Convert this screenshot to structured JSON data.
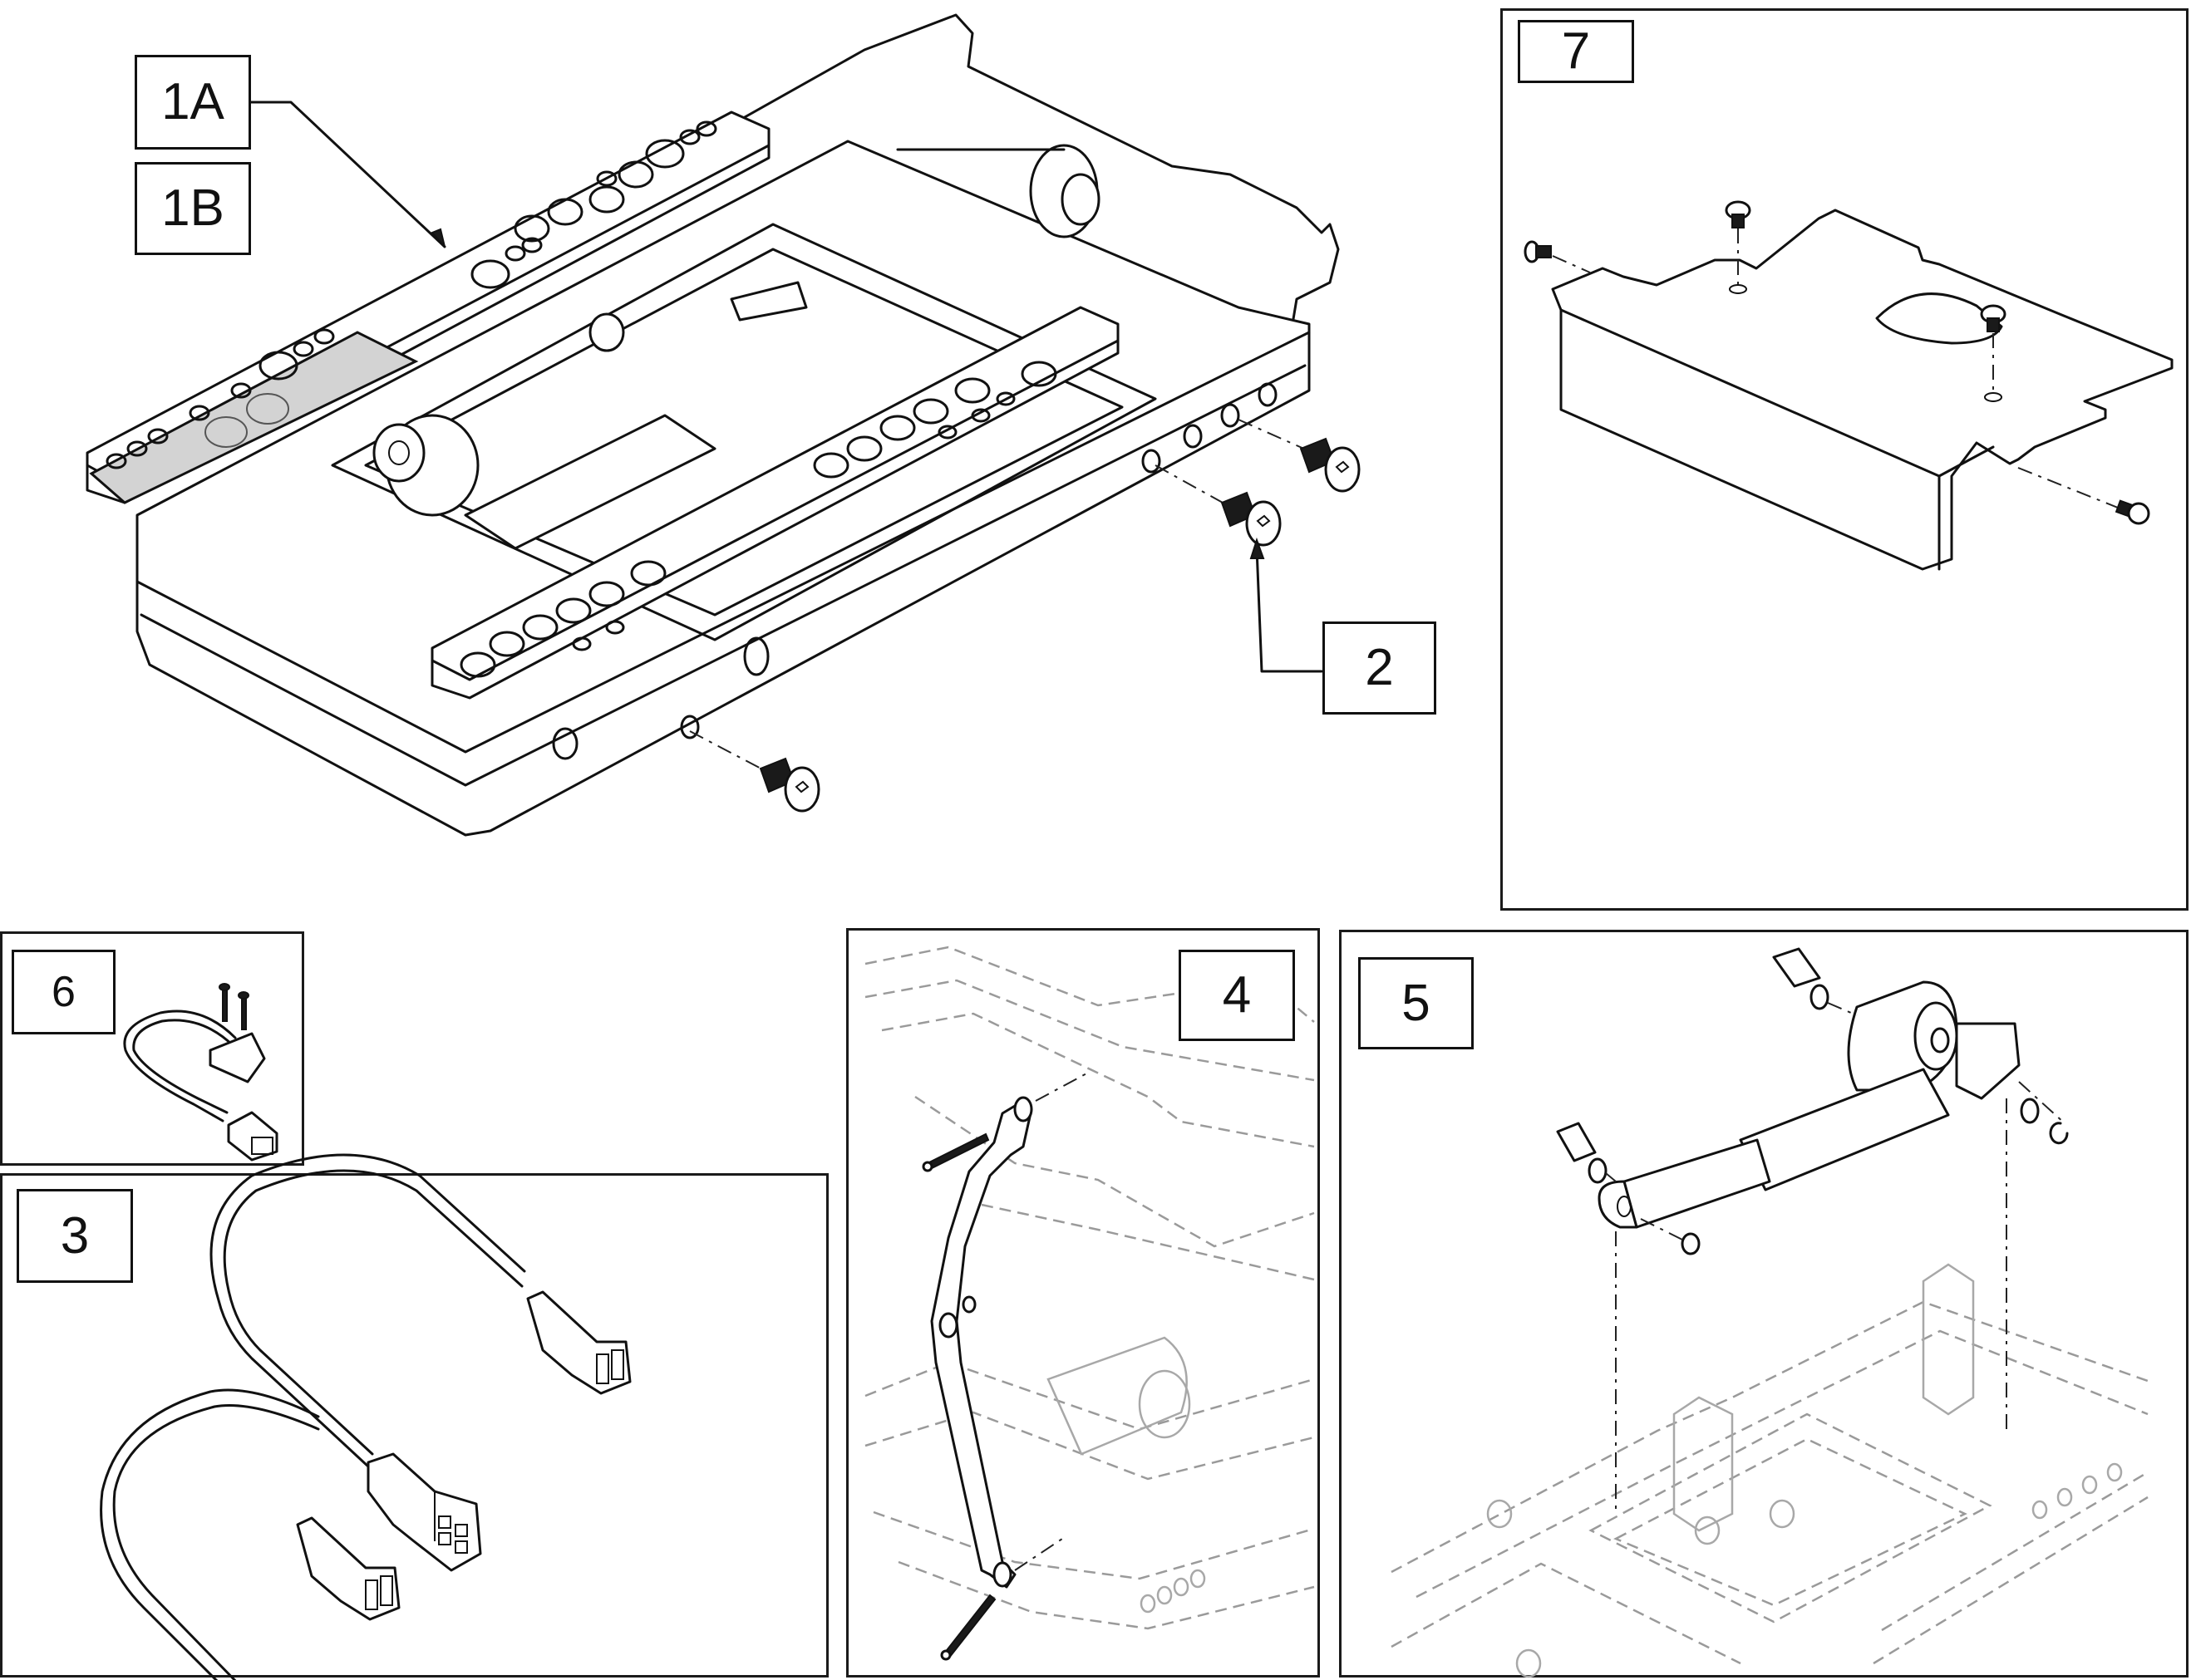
{
  "diagram": {
    "type": "exploded-parts-illustration",
    "accent_color": "#111111",
    "highlight_color": "#d3d3d3",
    "main_assembly": {
      "description": "seat frame base assembly with mounting plates and screws",
      "callouts": [
        {
          "id": "1A",
          "label": "1A",
          "points_to": "side mounting plate"
        },
        {
          "id": "1B",
          "label": "1B",
          "points_to": "side mounting plate (variant)"
        },
        {
          "id": "2",
          "label": "2",
          "points_to": "socket head screw"
        }
      ]
    },
    "panels": [
      {
        "id": "7",
        "label": "7",
        "description": "sheet metal cover with four button-head screws"
      },
      {
        "id": "6",
        "label": "6",
        "description": "switch with cable, connector and two screws"
      },
      {
        "id": "3",
        "label": "3",
        "description": "Y-cable harness with multi-pin connector and two plugs"
      },
      {
        "id": "4",
        "label": "4",
        "description": "linkage arm with two pins, shown over ghosted frame"
      },
      {
        "id": "5",
        "label": "5",
        "description": "linear actuator with pins, washers and clips, shown over ghosted frame"
      }
    ]
  }
}
